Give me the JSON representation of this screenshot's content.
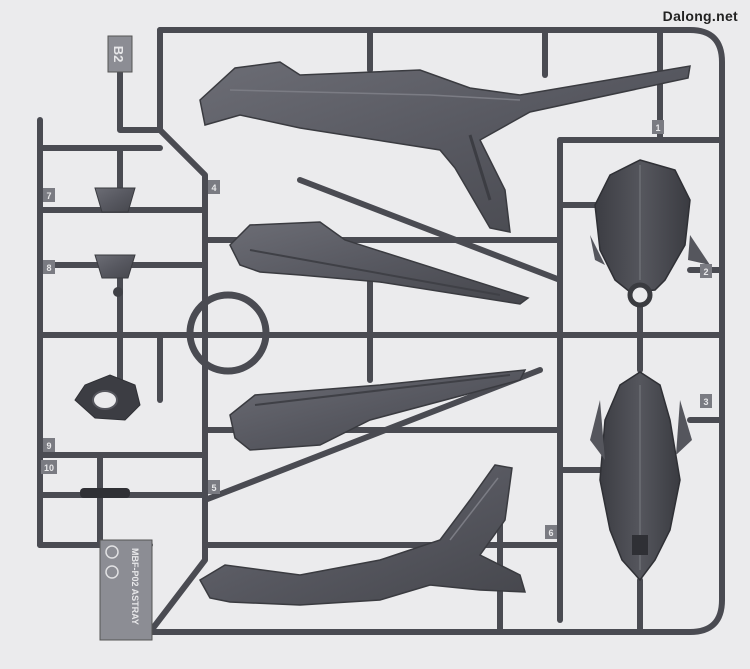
{
  "watermark": "Dalong.net",
  "runner_tag": "B2",
  "part_numbers": [
    "1",
    "2",
    "3",
    "4",
    "5",
    "6",
    "7",
    "8",
    "9",
    "10"
  ],
  "plate_text": "MBF-P02 ASTRAY",
  "colors": {
    "background": "#ebebed",
    "runner": "#4a4b52",
    "runner_light": "#686a72",
    "parts": "#5b5c63",
    "parts_dark": "#3f4046",
    "parts_edge": "#7a7c84"
  },
  "subject": "gray plastic model kit runner with wing/skirt parts"
}
